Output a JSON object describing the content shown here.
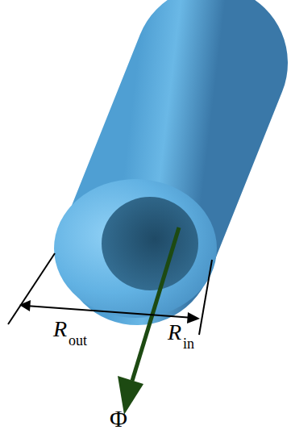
{
  "diagram": {
    "labels": [
      "R",
      "out",
      "R",
      "in",
      "Φ"
    ]
  }
}
